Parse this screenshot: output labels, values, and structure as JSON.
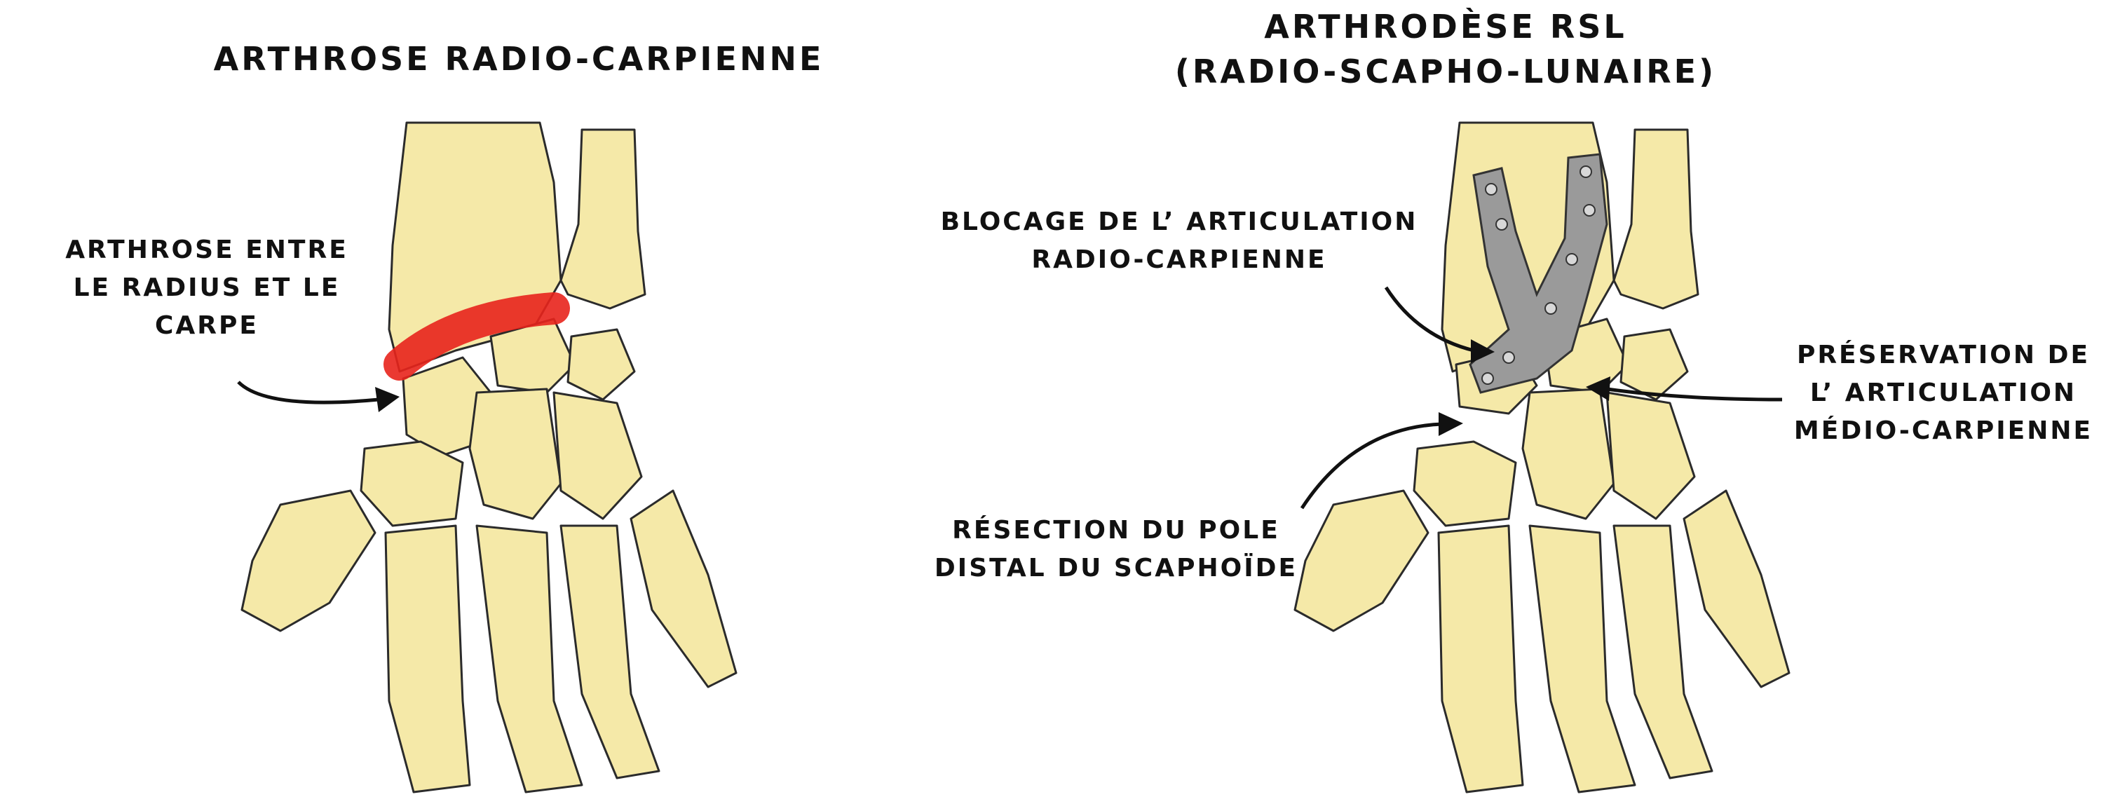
{
  "left": {
    "title": "ARTHROSE RADIO-CARPIENNE",
    "annotation": [
      "ARTHROSE ENTRE",
      "LE RADIUS ET LE",
      "CARPE"
    ]
  },
  "right": {
    "title": [
      "ARTHRODÈSE RSL",
      "(RADIO-SCAPHO-LUNAIRE)"
    ],
    "annotations": {
      "blocage": [
        "BLOCAGE DE L’ ARTICULATION",
        "RADIO-CARPIENNE"
      ],
      "preservation": [
        "PRÉSERVATION DE",
        "L’ ARTICULATION",
        "MÉDIO-CARPIENNE"
      ],
      "resection": [
        "RÉSECTION DU POLE",
        "DISTAL DU SCAPHOÏDE"
      ]
    }
  },
  "colors": {
    "bone": "#F5E9A8",
    "bone_outline": "#2b2b2b",
    "arthrosis": "#E8231C",
    "plate": "#9A9A9A"
  },
  "icons": [
    "wrist-bones-illustration",
    "arthrosis-red-mark",
    "fixation-plate",
    "curved-arrow"
  ]
}
